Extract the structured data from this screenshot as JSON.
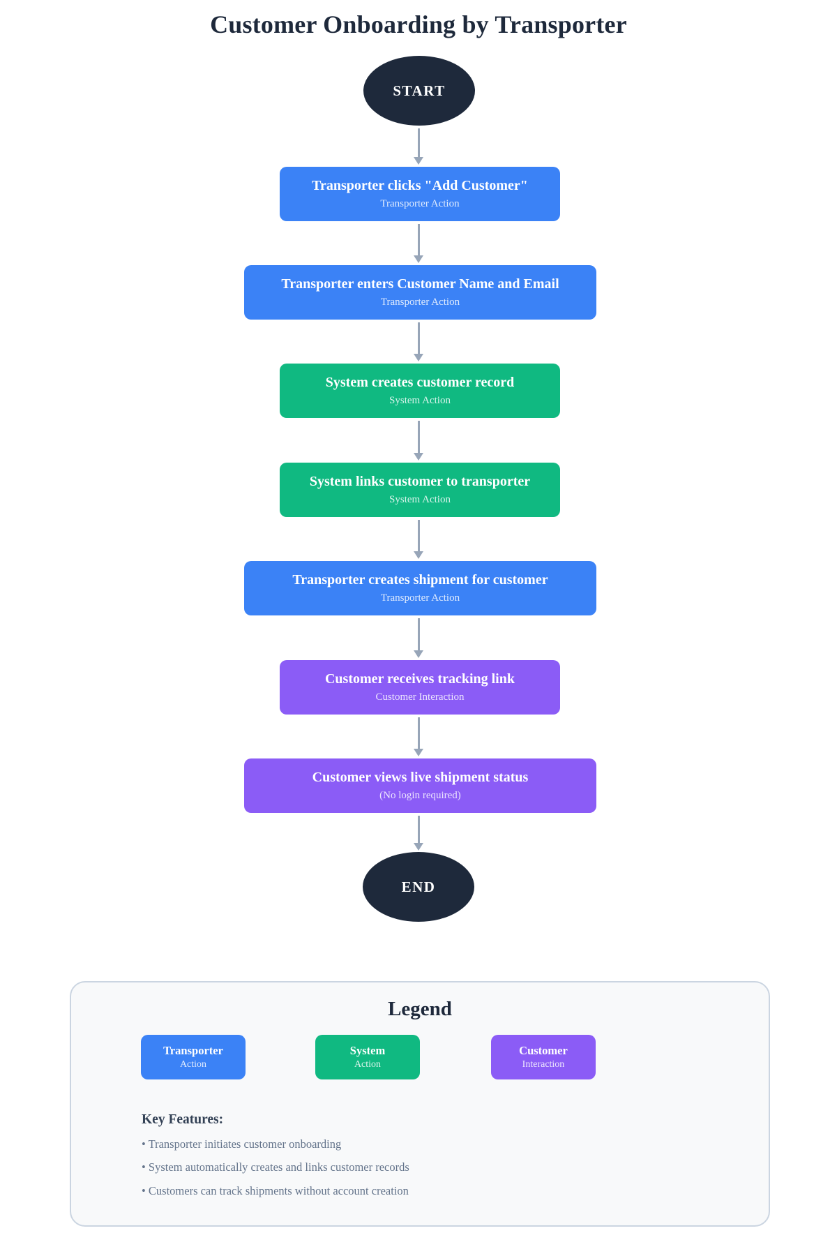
{
  "page": {
    "title": "Customer Onboarding by Transporter"
  },
  "flow": {
    "start_label": "START",
    "end_label": "END",
    "steps": [
      {
        "title": "Transporter clicks \"Add Customer\"",
        "subtitle": "Transporter Action",
        "type": "transporter"
      },
      {
        "title": "Transporter enters Customer Name and Email",
        "subtitle": "Transporter Action",
        "type": "transporter"
      },
      {
        "title": "System creates customer record",
        "subtitle": "System Action",
        "type": "system"
      },
      {
        "title": "System links customer to transporter",
        "subtitle": "System Action",
        "type": "system"
      },
      {
        "title": "Transporter creates shipment for customer",
        "subtitle": "Transporter Action",
        "type": "transporter"
      },
      {
        "title": "Customer receives tracking link",
        "subtitle": "Customer Interaction",
        "type": "customer"
      },
      {
        "title": "Customer views live shipment status",
        "subtitle": "(No login required)",
        "type": "customer"
      }
    ]
  },
  "legend": {
    "title": "Legend",
    "items": [
      {
        "name": "Transporter",
        "subtitle": "Action",
        "color": "#3b82f6"
      },
      {
        "name": "System",
        "subtitle": "Action",
        "color": "#10b981"
      },
      {
        "name": "Customer",
        "subtitle": "Interaction",
        "color": "#8b5cf6"
      }
    ],
    "key_features_title": "Key Features:",
    "key_features": [
      "• Transporter initiates customer onboarding",
      "• System automatically creates and links customer records",
      "• Customers can track shipments without account creation"
    ]
  },
  "colors": {
    "transporter_action": "#3b82f6",
    "system_action": "#10b981",
    "customer_interaction": "#8b5cf6",
    "terminal": "#1e293b",
    "arrow": "#97a5b8"
  }
}
